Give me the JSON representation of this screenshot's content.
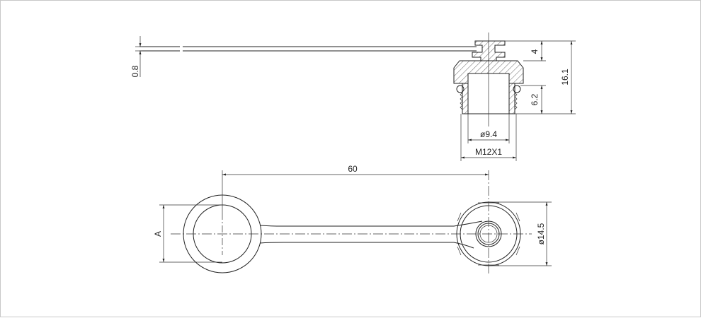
{
  "drawing": {
    "dimensions": {
      "wire_thickness": "0.8",
      "head_height": "4",
      "total_height": "16.1",
      "thread_length": "6.2",
      "bore_diameter": "ø9.4",
      "thread": "M12X1",
      "length": "60",
      "ring_size": "A",
      "cap_diameter": "ø14.5"
    },
    "colors": {
      "line": "#222222",
      "background": "#ffffff"
    }
  }
}
